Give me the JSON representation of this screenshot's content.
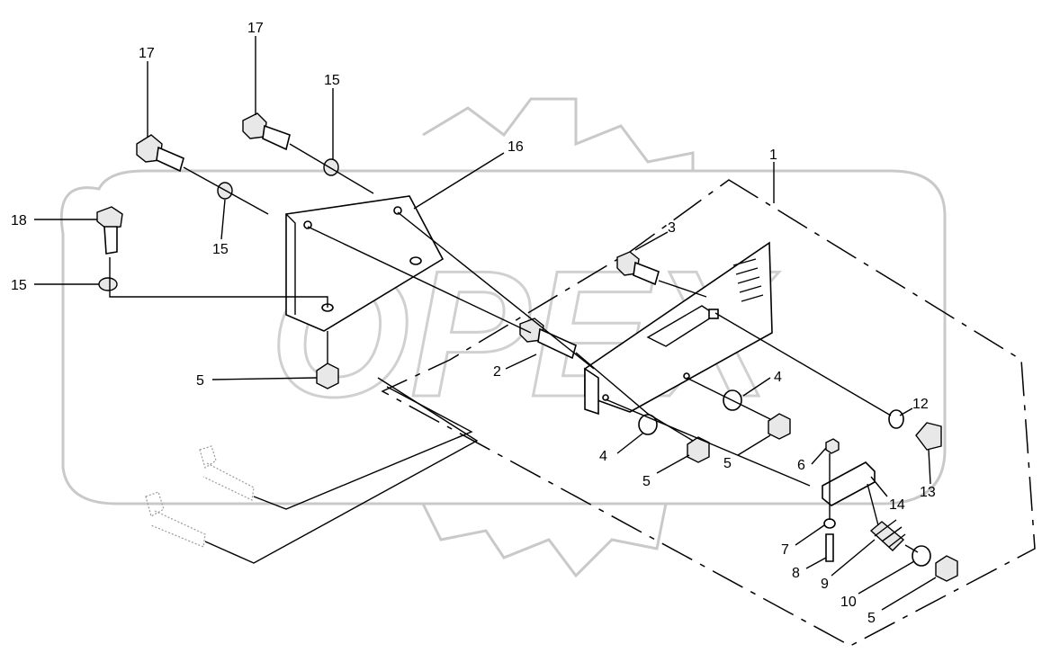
{
  "watermark": {
    "brand": "OPEX"
  },
  "callouts": [
    {
      "id": "c-17a",
      "label": "17"
    },
    {
      "id": "c-17b",
      "label": "17"
    },
    {
      "id": "c-15a",
      "label": "15"
    },
    {
      "id": "c-16",
      "label": "16"
    },
    {
      "id": "c-1",
      "label": "1"
    },
    {
      "id": "c-18",
      "label": "18"
    },
    {
      "id": "c-15b",
      "label": "15"
    },
    {
      "id": "c-15c",
      "label": "15"
    },
    {
      "id": "c-3",
      "label": "3"
    },
    {
      "id": "c-5a",
      "label": "5"
    },
    {
      "id": "c-2",
      "label": "2"
    },
    {
      "id": "c-4a",
      "label": "4"
    },
    {
      "id": "c-4b",
      "label": "4"
    },
    {
      "id": "c-12",
      "label": "12"
    },
    {
      "id": "c-5b",
      "label": "5"
    },
    {
      "id": "c-5c",
      "label": "5"
    },
    {
      "id": "c-6",
      "label": "6"
    },
    {
      "id": "c-13",
      "label": "13"
    },
    {
      "id": "c-14",
      "label": "14"
    },
    {
      "id": "c-7",
      "label": "7"
    },
    {
      "id": "c-8",
      "label": "8"
    },
    {
      "id": "c-9",
      "label": "9"
    },
    {
      "id": "c-10",
      "label": "10"
    },
    {
      "id": "c-5d",
      "label": "5"
    }
  ]
}
